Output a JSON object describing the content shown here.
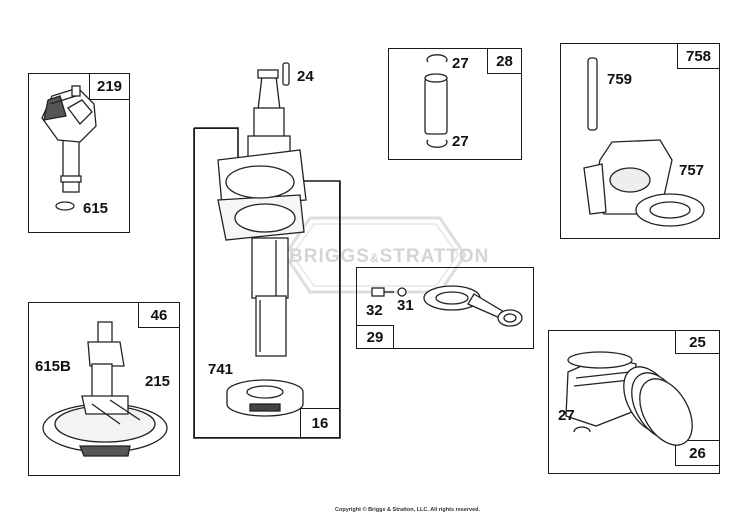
{
  "watermark": {
    "brand_left": "BRIGGS",
    "brand_mid": "&",
    "brand_right": "STRATTON"
  },
  "footer": {
    "copyright": "Copyright © Briggs & Stratton, LLC. All rights reserved."
  },
  "panels": {
    "p219": {
      "tag": "219",
      "labels": [
        "615"
      ]
    },
    "p16": {
      "tag": "16",
      "labels": [
        "24",
        "741"
      ]
    },
    "p28": {
      "tag": "28",
      "labels": [
        "27",
        "27"
      ]
    },
    "p758": {
      "tag": "758",
      "labels": [
        "759",
        "757"
      ]
    },
    "p46": {
      "tag": "46",
      "labels": [
        "615B",
        "215"
      ]
    },
    "p29": {
      "tag": "29",
      "labels": [
        "32",
        "31"
      ]
    },
    "p25": {
      "tag": "25",
      "labels": [
        "27"
      ],
      "sub_tag": "26"
    }
  }
}
